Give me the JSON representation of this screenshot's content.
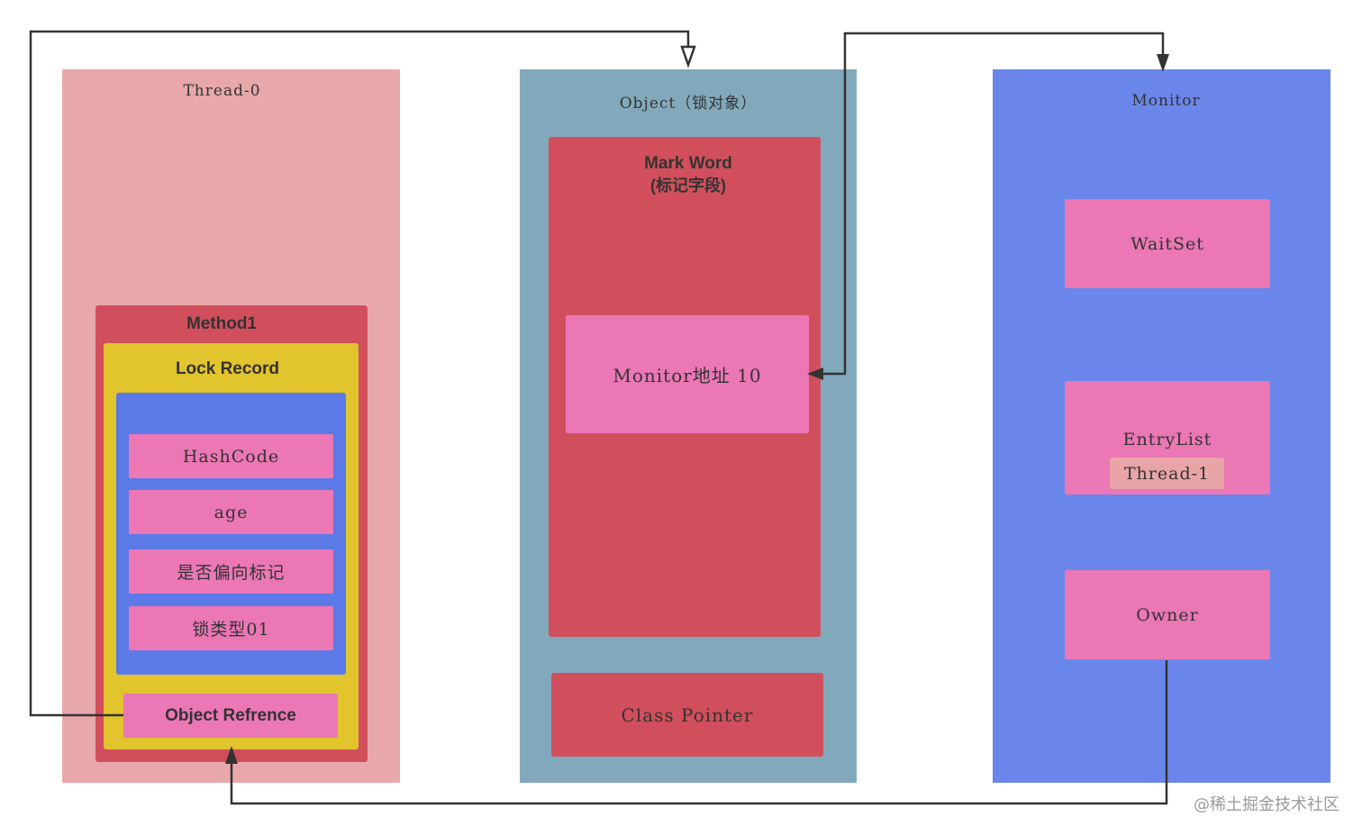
{
  "thread_panel": {
    "title": "Thread-0",
    "method": "Method1",
    "lock_record": "Lock Record",
    "fields": [
      "HashCode",
      "age",
      "是否偏向标记",
      "锁类型01"
    ],
    "object_ref": "Object Refrence"
  },
  "object_panel": {
    "title": "Object（锁对象）",
    "mark_word": "Mark Word",
    "mark_word_sub": "(标记字段)",
    "monitor_addr": "Monitor地址 10",
    "class_pointer": "Class Pointer"
  },
  "monitor_panel": {
    "title": "Monitor",
    "waitset": "WaitSet",
    "entrylist": "EntryList",
    "entry_thread": "Thread-1",
    "owner": "Owner"
  },
  "watermark": "@稀土掘金技术社区",
  "colors": {
    "thread_bg": "#e8a8ab",
    "object_bg": "#82a9bb",
    "monitor_bg": "#6a86ea",
    "red_box": "#d14f5c",
    "yellow_box": "#e1c42e",
    "blue_box": "#5b7ae8",
    "pink_box": "#eb77b5",
    "connector": "#333333"
  }
}
